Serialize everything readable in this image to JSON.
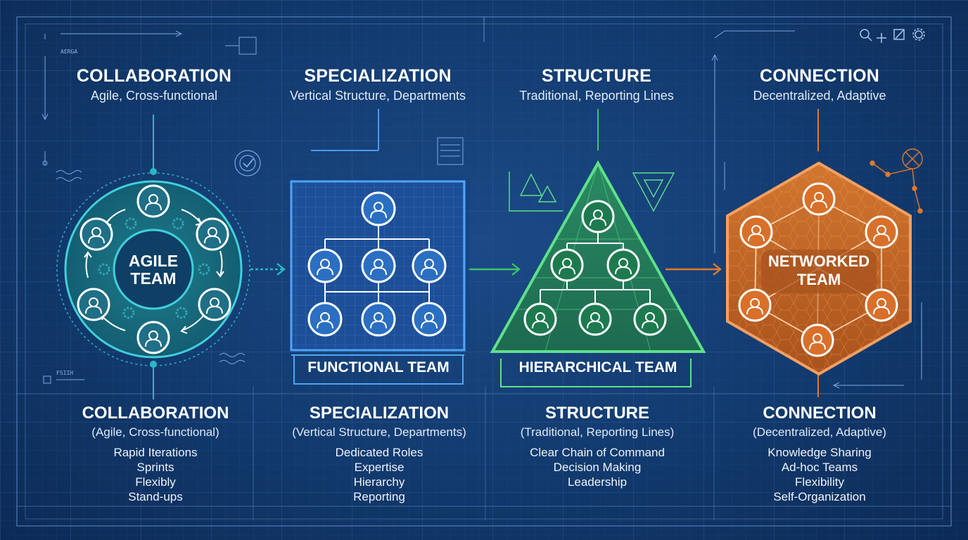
{
  "blueprint_labels": {
    "top_left": "AERGA",
    "bottom_left": "FSIIH"
  },
  "columns": [
    {
      "id": "agile",
      "color": "#2bb8c4",
      "top_title": "COLLABORATION",
      "top_subtitle": "Agile, Cross-functional",
      "team_label": "AGILE\nTEAM",
      "bottom_title": "COLLABORATION",
      "bottom_subtitle": "(Agile, Cross-functional)",
      "items": [
        "Rapid Iterations",
        "Sprints",
        "Flexibly",
        "Stand-ups"
      ]
    },
    {
      "id": "functional",
      "color": "#4a9bea",
      "top_title": "SPECIALIZATION",
      "top_subtitle": "Vertical Structure, Departments",
      "team_label": "FUNCTIONAL TEAM",
      "bottom_title": "SPECIALIZATION",
      "bottom_subtitle": "(Vertical Structure, Departments)",
      "items": [
        "Dedicated Roles",
        "Expertise",
        "Hierarchy",
        "Reporting"
      ]
    },
    {
      "id": "hierarchical",
      "color": "#3ec36a",
      "top_title": "STRUCTURE",
      "top_subtitle": "Traditional, Reporting Lines",
      "team_label": "HIERARCHICAL TEAM",
      "bottom_title": "STRUCTURE",
      "bottom_subtitle": "(Traditional, Reporting Lines)",
      "items": [
        "Clear Chain of Command",
        "Decision Making",
        "Leadership"
      ]
    },
    {
      "id": "networked",
      "color": "#e07a2c",
      "top_title": "CONNECTION",
      "top_subtitle": "Decentralized, Adaptive",
      "team_label": "NETWORKED\nTEAM",
      "bottom_title": "CONNECTION",
      "bottom_subtitle": "(Decentralized, Adaptive)",
      "items": [
        "Knowledge Sharing",
        "Ad-hoc Teams",
        "Flexibility",
        "Self-Organization"
      ]
    }
  ],
  "toolbar_icons": [
    "search-icon",
    "expand-icon",
    "edit-icon",
    "gear-icon"
  ]
}
